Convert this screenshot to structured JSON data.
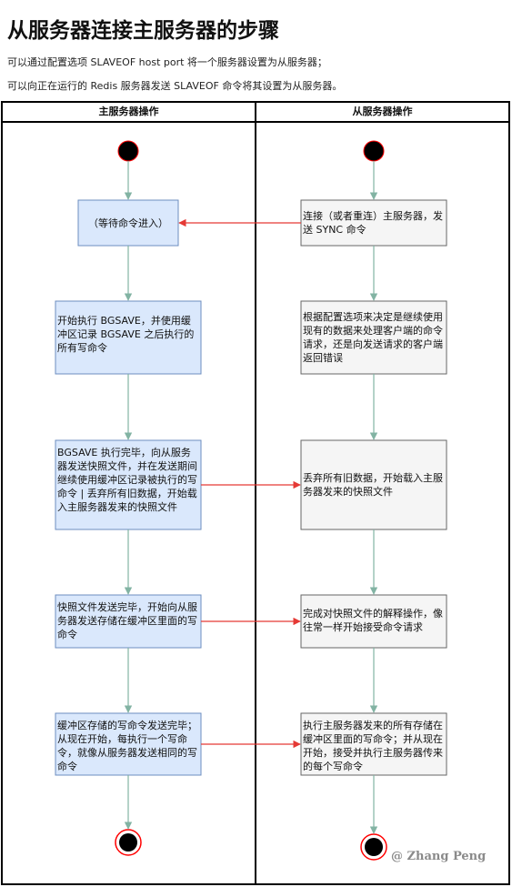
{
  "page": {
    "title": "从服务器连接主服务器的步骤",
    "intro_1": "可以通过配置选项 SLAVEOF host port 将一个服务器设置为从服务器；",
    "intro_2": "可以向正在运行的 Redis 服务器发送 SLAVEOF 命令将其设置为从服务器。"
  },
  "diagram": {
    "lanes": {
      "master": "主服务器操作",
      "slave": "从服务器操作"
    },
    "master_steps": [
      "（等待命令进入）",
      "开始执行 BGSAVE，并使用缓冲区记录 BGSAVE 之后执行的所有写命令",
      "BGSAVE 执行完毕，向从服务器发送快照文件，并在发送期间继续使用缓冲区记录被执行的写命令 | 丢弃所有旧数据，开始载入主服务器发来的快照文件",
      "快照文件发送完毕，开始向从服务器发送存储在缓冲区里面的写命令",
      "缓冲区存储的写命令发送完毕；从现在开始，每执行一个写命令，就像从服务器发送相同的写命令"
    ],
    "slave_steps": [
      "连接（或者重连）主服务器，发送 SYNC 命令",
      "根据配置选项来决定是继续使用现有的数据来处理客户端的命令请求，还是向发送请求的客户端返回错误",
      "丢弃所有旧数据，开始载入主服务器发来的快照文件",
      "完成对快照文件的解释操作，像往常一样开始接受命令请求",
      "执行主服务器发来的所有存储在缓冲区里面的写命令；并从现在开始，接受并执行主服务器传来的每个写命令"
    ],
    "watermark": "@ Zhang Peng"
  },
  "colors": {
    "master_fill": "#dae8fc",
    "master_stroke": "#6c8ebf",
    "slave_fill": "#f5f5f5",
    "slave_stroke": "#666666",
    "flow_arrow": "#82b3a3",
    "message_arrow": "#e53935",
    "start_fill": "#000000",
    "start_stroke": "#ff0000"
  }
}
